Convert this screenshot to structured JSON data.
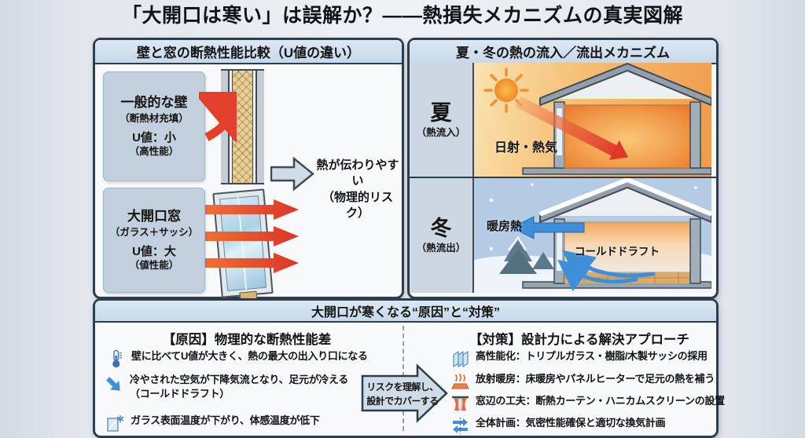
{
  "title": "「大開口は寒い」は誤解か？——熱損失メカニズムの真実図解",
  "left_panel": {
    "header": "壁と窓の断熱性能比較（U値の違い）",
    "wall_label": {
      "name": "一般的な壁",
      "material": "（断熱材充填）",
      "u_value": "U値：小",
      "rating": "（高性能）"
    },
    "window_label": {
      "name": "大開口窓",
      "material": "（ガラス＋サッシ）",
      "u_value": "U値：大",
      "rating": "（値性能）"
    },
    "heat_note": {
      "line1": "熱が伝わりやすい",
      "line2": "（物理的リスク）"
    }
  },
  "right_panel": {
    "header": "夏・冬の熱の流入／流出メカニズム",
    "summer": {
      "season": "夏",
      "flow": "（熱流入）",
      "heat_label": "日射・熱気"
    },
    "winter": {
      "season": "冬",
      "flow": "（熱流出）",
      "heat_label": "暖房熱",
      "draft_label": "コールドドラフト"
    }
  },
  "bottom_panel": {
    "header": "大開口が寒くなる“原因”と“対策”",
    "causes": {
      "heading": "【原因】物理的な断熱性能差",
      "items": [
        {
          "icon": "thermometer-icon",
          "text": "壁に比べてU値が大きく、熱の最大の出入り口になる"
        },
        {
          "icon": "cold-draft-arrow-icon",
          "text": "冷やされた空気が下降気流となり、足元が冷える",
          "text2": "（コールドドラフト）"
        },
        {
          "icon": "cold-glass-icon",
          "text": "ガラス表面温度が下がり、体感温度が低下"
        }
      ]
    },
    "bridge_arrow": {
      "line1": "リスクを理解し、",
      "line2": "設計でカバーする"
    },
    "measures": {
      "heading": "【対策】設計力による解決アプローチ",
      "items": [
        {
          "icon": "triple-glazing-icon",
          "text": "高性能化：トリプルガラス・樹脂/木製サッシの採用"
        },
        {
          "icon": "floor-heating-icon",
          "text": "放射暖房：床暖房やパネルヒーターで足元の熱を補う"
        },
        {
          "icon": "curtain-icon",
          "text": "窓辺の工夫：断熱カーテン・ハニカムスクリーンの設置"
        },
        {
          "icon": "ventilation-icon",
          "text": "全体計画：気密性能確保と適切な換気計画"
        }
      ]
    }
  },
  "colors": {
    "accent_red": "#e2402c",
    "accent_blue": "#3f8fd8",
    "panel_border": "#2e3d4d",
    "header_fill": "#cfdfee",
    "label_box_fill": "#c2d0de",
    "summer_left": "#f8dda4",
    "summer_right": "#ef9b4a",
    "winter_bg": "#b5cbe4"
  }
}
